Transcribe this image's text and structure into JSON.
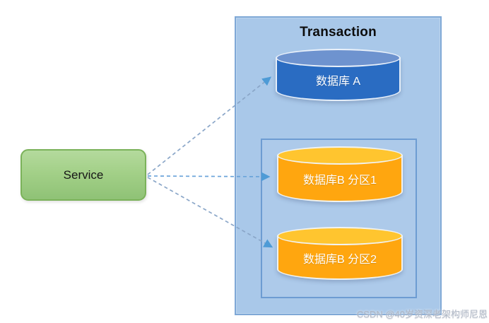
{
  "diagram": {
    "title": "Transaction",
    "service": {
      "label": "Service"
    },
    "databases": [
      {
        "id": "database-a",
        "label": "数据库 A",
        "body_color": "#2a6cc2",
        "cap_color": "#6e93cf"
      },
      {
        "id": "database-b-partition-1",
        "label": "数据库B 分区1",
        "body_color": "#ffa60f",
        "cap_color": "#ffc52f"
      },
      {
        "id": "database-b-partition-2",
        "label": "数据库B 分区2",
        "body_color": "#ffa60f",
        "cap_color": "#ffc52f"
      }
    ],
    "connections": [
      {
        "from": "Service",
        "to": "数据库 A",
        "style": "dashed-arrow"
      },
      {
        "from": "Service",
        "to": "数据库B 分区1",
        "style": "dashed-arrow"
      },
      {
        "from": "Service",
        "to": "数据库B 分区2",
        "style": "dashed-arrow"
      }
    ],
    "colors": {
      "transaction_box_fill": "#a9c8e9",
      "transaction_box_border": "#7fa8d6",
      "partition_group_border": "#6d9cd2",
      "database_a_body": "#2a6cc2",
      "database_a_cap": "#6e93cf",
      "partition_body": "#ffa60f",
      "partition_cap": "#ffc52f",
      "service_fill": "#a3d088",
      "service_border": "#7bb25a",
      "arrow": "#7ba3d4",
      "arrowhead": "#4e9bd6"
    },
    "watermark": "CSDN @40岁资深老架构师尼恩"
  }
}
